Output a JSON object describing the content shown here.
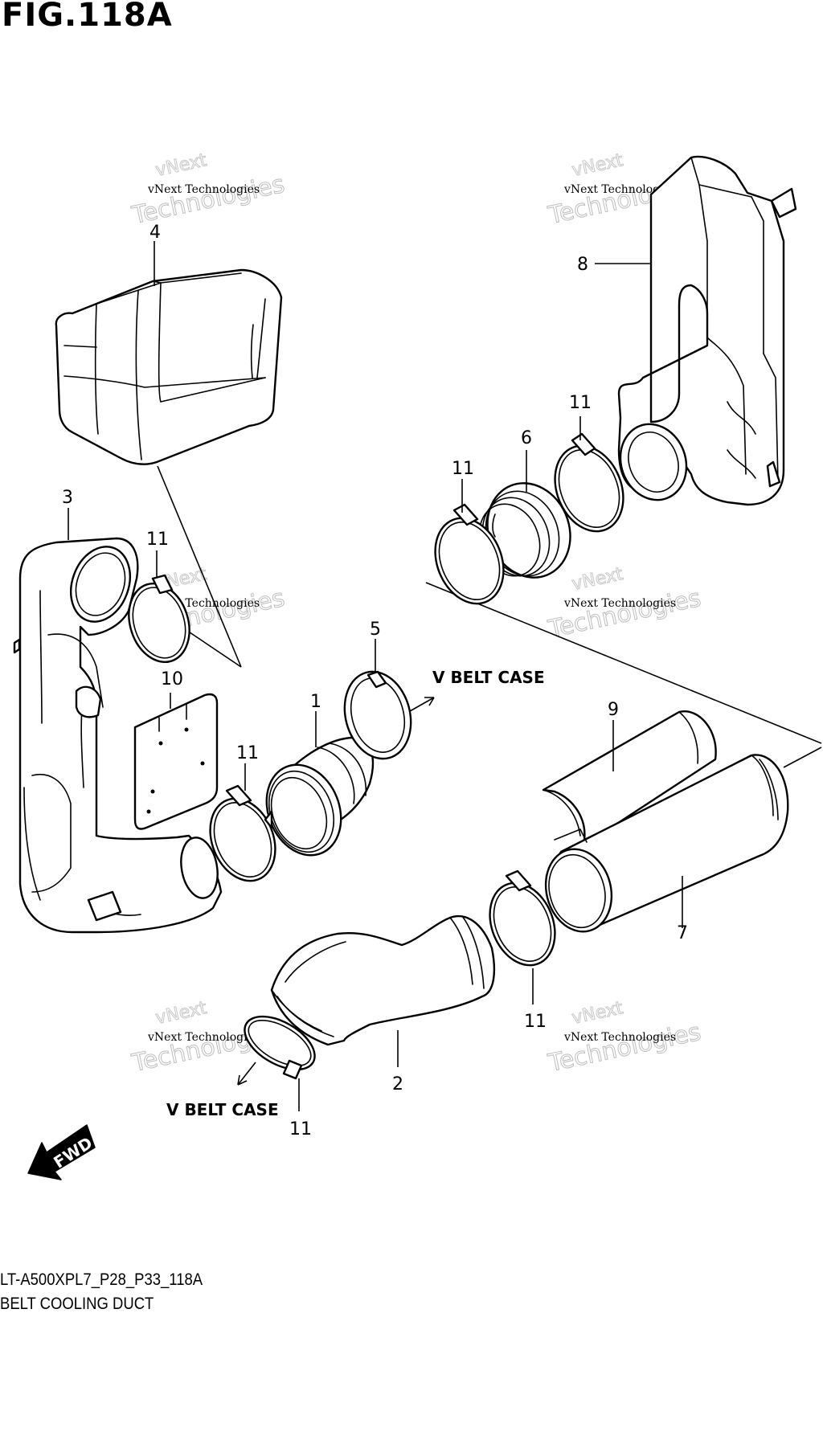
{
  "figure": {
    "title": "FIG.118A",
    "model_code": "LT-A500XPL7_P28_P33_118A",
    "description": "BELT COOLING DUCT"
  },
  "callouts": [
    {
      "id": "c1",
      "label": "1"
    },
    {
      "id": "c2",
      "label": "2"
    },
    {
      "id": "c3",
      "label": "3"
    },
    {
      "id": "c4",
      "label": "4"
    },
    {
      "id": "c5",
      "label": "5"
    },
    {
      "id": "c6",
      "label": "6"
    },
    {
      "id": "c7",
      "label": "7"
    },
    {
      "id": "c8",
      "label": "8"
    },
    {
      "id": "c9",
      "label": "9"
    },
    {
      "id": "c10",
      "label": "10"
    },
    {
      "id": "c11a",
      "label": "11"
    },
    {
      "id": "c11b",
      "label": "11"
    },
    {
      "id": "c11c",
      "label": "11"
    },
    {
      "id": "c11d",
      "label": "11"
    },
    {
      "id": "c11e",
      "label": "11"
    },
    {
      "id": "c11f",
      "label": "11"
    }
  ],
  "annotations": {
    "v_belt_case_upper": "V BELT CASE",
    "v_belt_case_lower": "V BELT CASE",
    "fwd": "FWD"
  },
  "watermark": {
    "line1": "vNext Technologies",
    "line2": "Technologies",
    "line3": "vNext"
  },
  "icons": {
    "fwd_arrow": "fwd-direction-arrow-icon",
    "direction_arrow": "direction-arrow-icon"
  }
}
